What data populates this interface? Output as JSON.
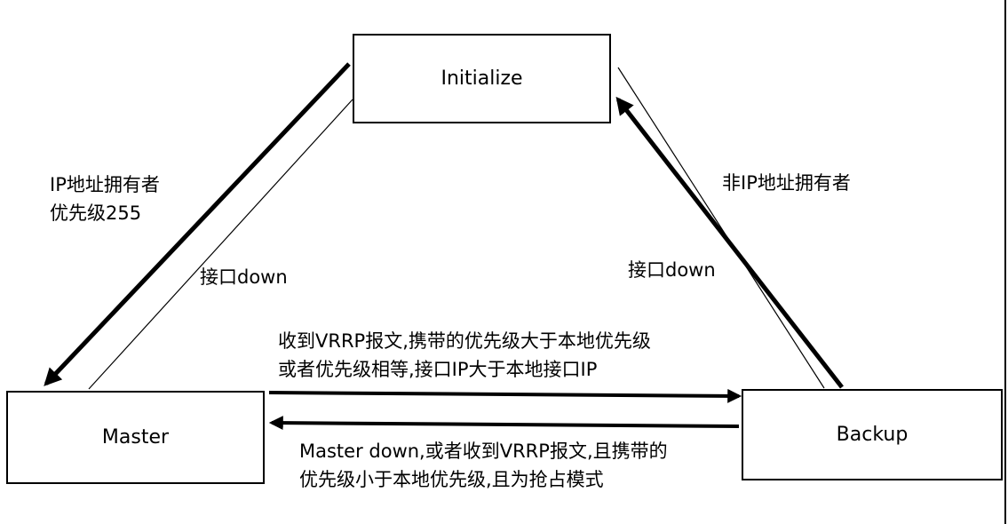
{
  "states": {
    "initialize": "Initialize",
    "master": "Master",
    "backup": "Backup"
  },
  "transitions": {
    "ip_owner": [
      "IP地址拥有者",
      "优先级255"
    ],
    "master_if_down": "接口down",
    "non_ip_owner": "非IP地址拥有者",
    "backup_if_down": "接口down",
    "master_to_backup": [
      "收到VRRP报文,携带的优先级大于本地优先级",
      "或者优先级相等,接口IP大于本地接口IP"
    ],
    "backup_to_master": [
      "Master down,或者收到VRRP报文,且携带的",
      "优先级小于本地优先级,且为抢占模式"
    ]
  }
}
